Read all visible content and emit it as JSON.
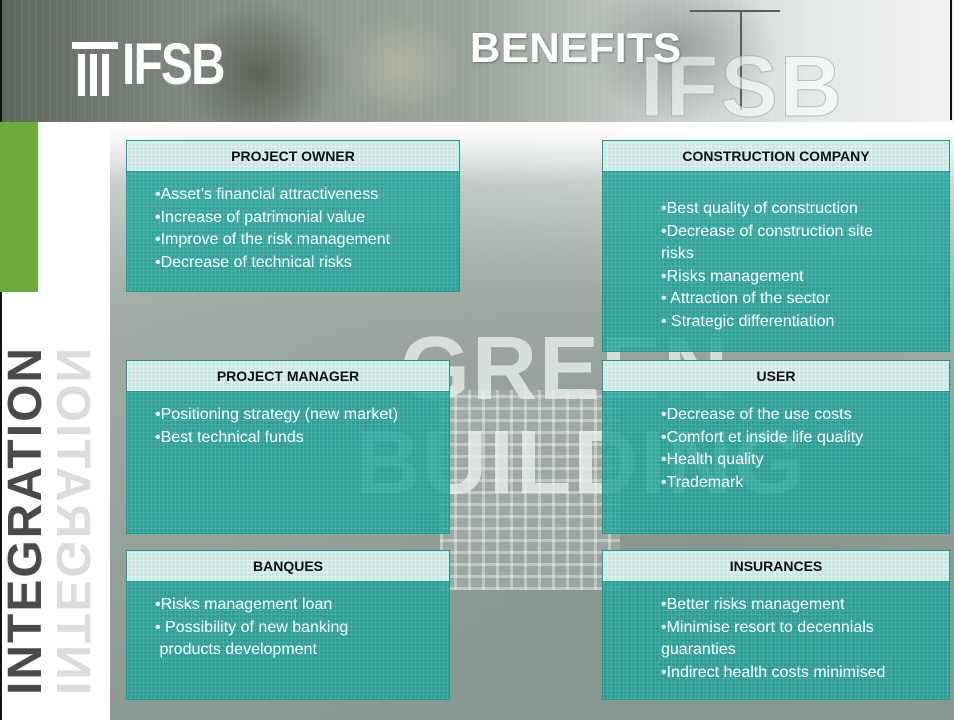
{
  "header": {
    "logo_text": "IFSB",
    "ghost_logo_text": "IFSB",
    "title": "BENEFITS"
  },
  "side": {
    "vertical_label": "INTEGRATION"
  },
  "watermark": {
    "line1": "GREEN",
    "line2": "BUILDING"
  },
  "colors": {
    "box_fill": "#1ca096",
    "box_header": "#c9e6e3",
    "accent_green": "#6bab3c"
  },
  "boxes": [
    {
      "title": "PROJECT OWNER",
      "items": [
        "•Asset’s financial attractiveness",
        "•Increase of patrimonial value",
        "•Improve of the risk management",
        "•Decrease of technical risks"
      ]
    },
    {
      "title": "CONSTRUCTION COMPANY",
      "items": [
        "•Best quality of construction",
        "•Decrease of construction site\nrisks",
        "•Risks management",
        "• Attraction of the sector",
        "• Strategic differentiation"
      ]
    },
    {
      "title": "PROJECT MANAGER",
      "items": [
        "•Positioning strategy (new market)",
        "•Best technical funds"
      ]
    },
    {
      "title": "USER",
      "items": [
        "•Decrease of the use costs",
        "•Comfort et inside life quality",
        "•Health quality",
        "•Trademark"
      ]
    },
    {
      "title": "BANQUES",
      "items": [
        "•Risks management loan",
        "• Possibility of new banking\n products development"
      ]
    },
    {
      "title": "INSURANCES",
      "items": [
        "•Better risks management",
        "•Minimise resort to decennials\nguaranties",
        "•Indirect health costs minimised"
      ]
    }
  ]
}
